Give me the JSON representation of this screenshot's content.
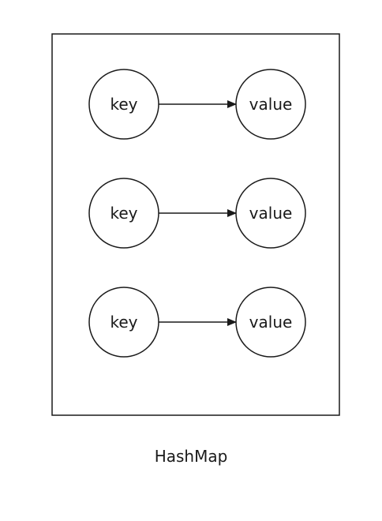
{
  "diagram": {
    "caption": "HashMap",
    "entries": [
      {
        "key": "key",
        "value": "value"
      },
      {
        "key": "key",
        "value": "value"
      },
      {
        "key": "key",
        "value": "value"
      }
    ],
    "colors": {
      "stroke": "#1a1a1a",
      "text": "#1a1a1a",
      "background": "#ffffff"
    }
  }
}
